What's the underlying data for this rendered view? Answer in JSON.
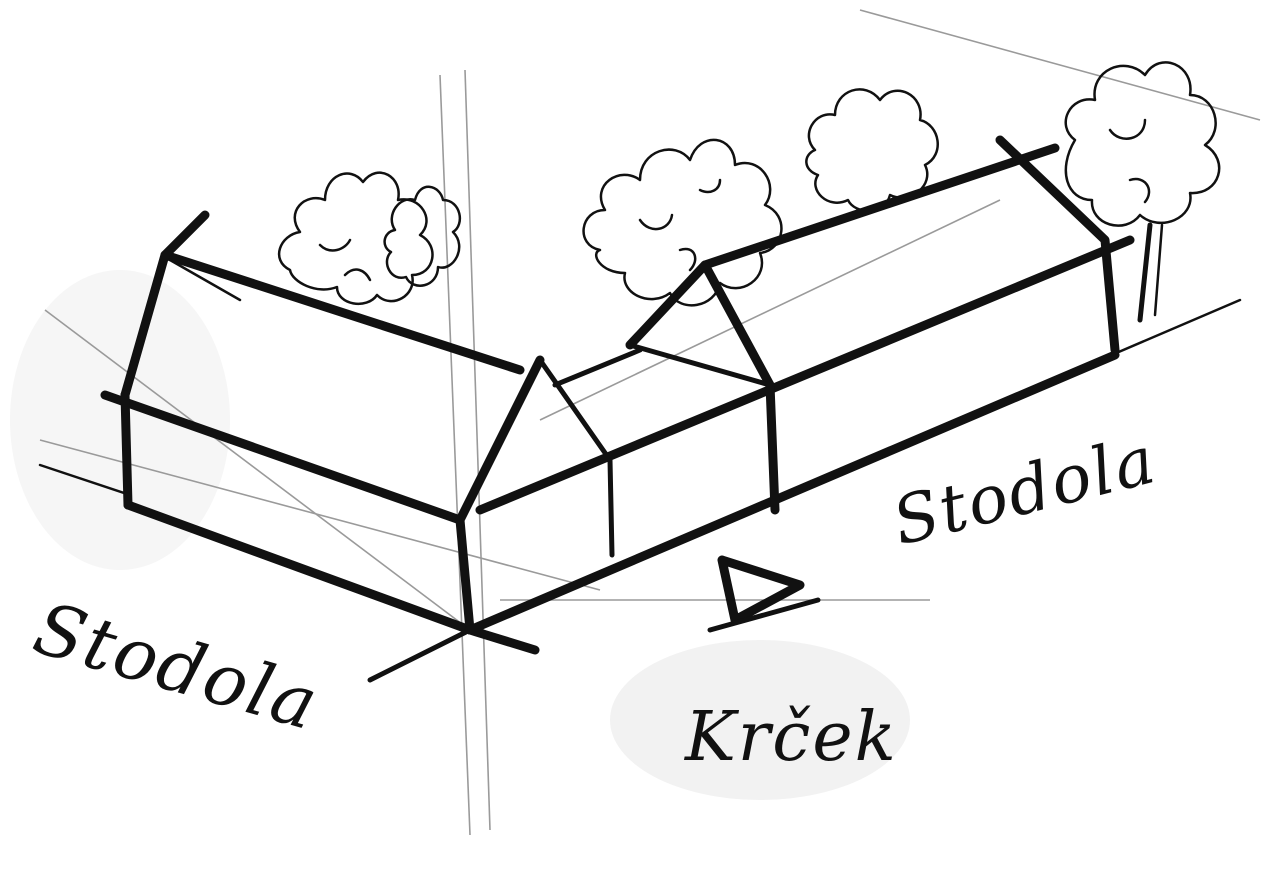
{
  "labels": {
    "barn_left": "Stodola",
    "barn_right": "Stodola",
    "entrance": "Krček"
  },
  "icons": {
    "entrance_marker": "triangle-arrow-icon",
    "trees": "tree-icon"
  },
  "colors": {
    "ink": "#111111",
    "pencil": "#9a9a9a",
    "paper": "#ffffff"
  }
}
